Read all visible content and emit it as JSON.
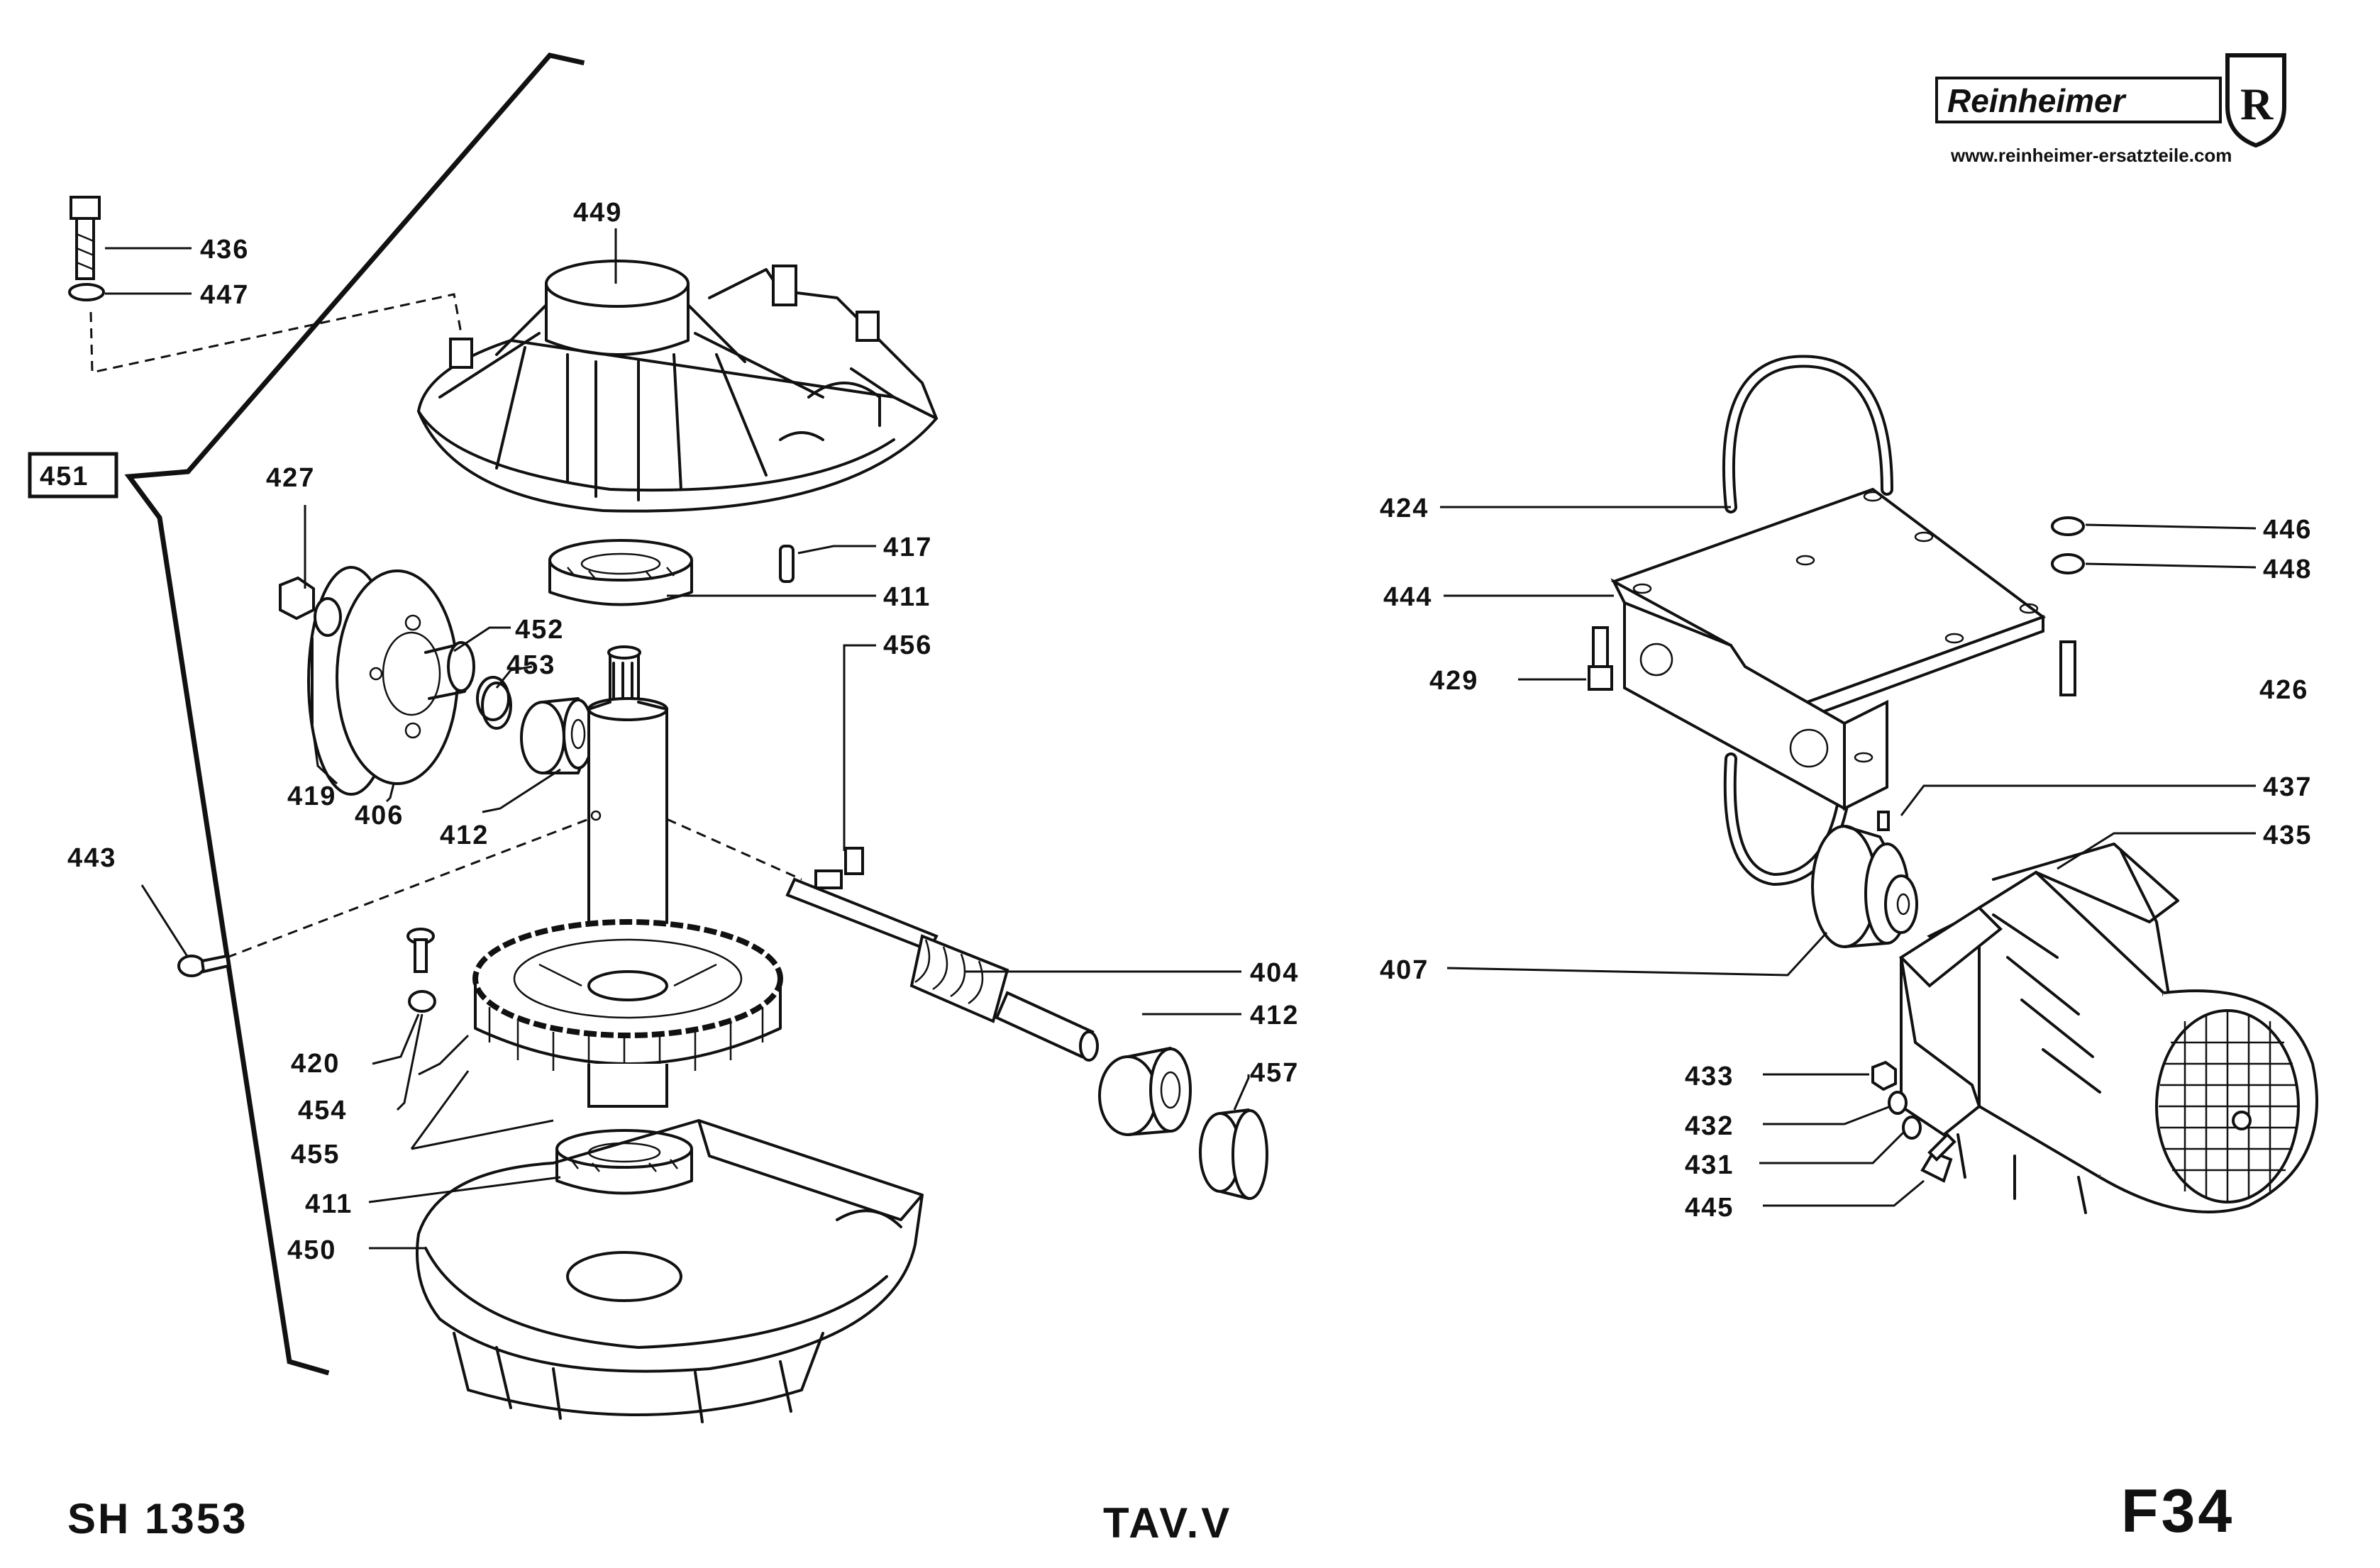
{
  "brand": {
    "name": "Reinheimer",
    "emblem_letter": "R",
    "url": "www.reinheimer-ersatzteile.com"
  },
  "footer": {
    "left_code": "SH 1353",
    "center_code": "TAV.V",
    "right_code": "F34"
  },
  "group_label": "451",
  "parts": {
    "p436": "436",
    "p447": "447",
    "p449": "449",
    "p427": "427",
    "p417": "417",
    "p411_top": "411",
    "p452": "452",
    "p453": "453",
    "p456": "456",
    "p419": "419",
    "p406": "406",
    "p412_left": "412",
    "p443": "443",
    "p404": "404",
    "p412_right": "412",
    "p457": "457",
    "p420": "420",
    "p454": "454",
    "p455": "455",
    "p411_bottom": "411",
    "p450": "450",
    "p424": "424",
    "p444": "444",
    "p429": "429",
    "p446": "446",
    "p448": "448",
    "p426": "426",
    "p437": "437",
    "p435": "435",
    "p407": "407",
    "p433": "433",
    "p432": "432",
    "p431": "431",
    "p445": "445"
  },
  "colors": {
    "ink": "#111111",
    "paper": "#ffffff"
  }
}
